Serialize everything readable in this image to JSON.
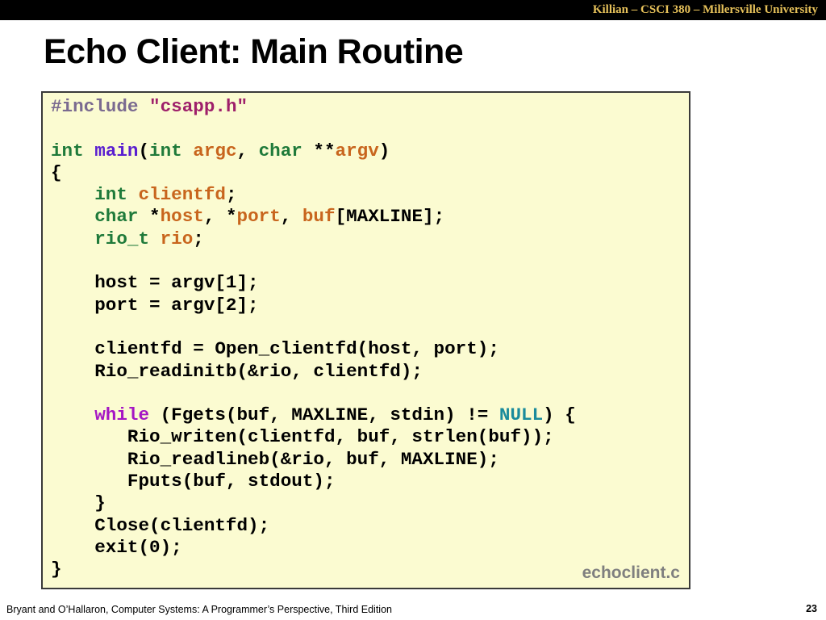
{
  "header": {
    "course": "Killian – CSCI 380 – Millersville University"
  },
  "slide": {
    "title": "Echo Client: Main Routine",
    "page_number": "23"
  },
  "code": {
    "filename": "echoclient.c",
    "lines": [
      [
        {
          "t": "#include ",
          "c": "pp"
        },
        {
          "t": "\"csapp.h\"",
          "c": "str"
        }
      ],
      [],
      [
        {
          "t": "int ",
          "c": "kw"
        },
        {
          "t": "main",
          "c": "fn"
        },
        {
          "t": "(",
          "c": ""
        },
        {
          "t": "int ",
          "c": "kw"
        },
        {
          "t": "argc",
          "c": "var"
        },
        {
          "t": ", ",
          "c": ""
        },
        {
          "t": "char ",
          "c": "kw"
        },
        {
          "t": "**",
          "c": ""
        },
        {
          "t": "argv",
          "c": "var"
        },
        {
          "t": ")",
          "c": ""
        }
      ],
      [
        {
          "t": "{",
          "c": ""
        }
      ],
      [
        {
          "t": "    ",
          "c": ""
        },
        {
          "t": "int ",
          "c": "kw"
        },
        {
          "t": "clientfd",
          "c": "var"
        },
        {
          "t": ";",
          "c": ""
        }
      ],
      [
        {
          "t": "    ",
          "c": ""
        },
        {
          "t": "char ",
          "c": "kw"
        },
        {
          "t": "*",
          "c": ""
        },
        {
          "t": "host",
          "c": "var"
        },
        {
          "t": ", *",
          "c": ""
        },
        {
          "t": "port",
          "c": "var"
        },
        {
          "t": ", ",
          "c": ""
        },
        {
          "t": "buf",
          "c": "var"
        },
        {
          "t": "[MAXLINE];",
          "c": ""
        }
      ],
      [
        {
          "t": "    ",
          "c": ""
        },
        {
          "t": "rio_t ",
          "c": "kw"
        },
        {
          "t": "rio",
          "c": "var"
        },
        {
          "t": ";",
          "c": ""
        }
      ],
      [],
      [
        {
          "t": "    host = argv[1];",
          "c": ""
        }
      ],
      [
        {
          "t": "    port = argv[2];",
          "c": ""
        }
      ],
      [],
      [
        {
          "t": "    clientfd = Open_clientfd(host, port);",
          "c": ""
        }
      ],
      [
        {
          "t": "    Rio_readinitb(&rio, clientfd);",
          "c": ""
        }
      ],
      [],
      [
        {
          "t": "    ",
          "c": ""
        },
        {
          "t": "while",
          "c": "ctl"
        },
        {
          "t": " (Fgets(buf, MAXLINE, stdin) != ",
          "c": ""
        },
        {
          "t": "NULL",
          "c": "cst"
        },
        {
          "t": ") {",
          "c": ""
        }
      ],
      [
        {
          "t": "       Rio_writen(clientfd, buf, strlen(buf));",
          "c": ""
        }
      ],
      [
        {
          "t": "       Rio_readlineb(&rio, buf, MAXLINE);",
          "c": ""
        }
      ],
      [
        {
          "t": "       Fputs(buf, stdout);",
          "c": ""
        }
      ],
      [
        {
          "t": "    }",
          "c": ""
        }
      ],
      [
        {
          "t": "    Close(clientfd);",
          "c": ""
        }
      ],
      [
        {
          "t": "    exit(0);",
          "c": ""
        }
      ],
      [
        {
          "t": "}",
          "c": ""
        }
      ]
    ]
  },
  "footer": {
    "citation": "Bryant and O’Hallaron, Computer Systems: A Programmer’s Perspective, Third Edition"
  },
  "colors": {
    "header_bg": "#000000",
    "header_text": "#e6c15a",
    "code_bg": "#fbfbd1",
    "keyword": "#1f7a3a",
    "variable": "#c8651d",
    "function": "#5a1fd0",
    "control": "#a516c4",
    "constant": "#1a8b9c",
    "preprocessor": "#7a6a90",
    "string": "#9e1f6a"
  }
}
